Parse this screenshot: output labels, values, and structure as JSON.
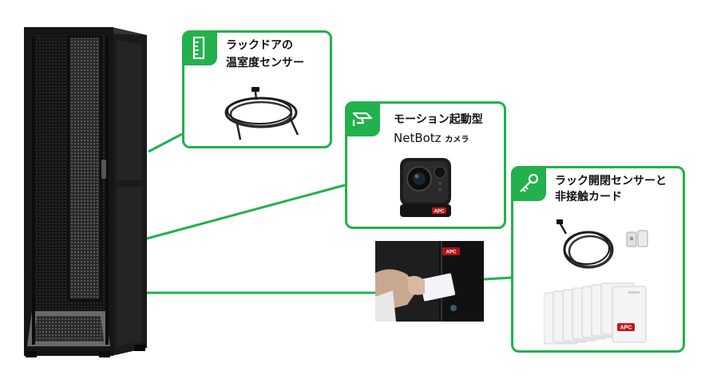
{
  "callouts": [
    {
      "icon": "thermometer-ruler-icon",
      "line1": "ラックドアの",
      "line2": "温室度センサー"
    },
    {
      "icon": "security-camera-icon",
      "line1": "モーション起動型",
      "subtitle_main": "NetBotz",
      "subtitle_small": "カメラ"
    },
    {
      "icon": "key-icon",
      "line1": "ラック開閉センサーと",
      "line2": "非接触カード"
    }
  ],
  "brand_labels": {
    "camera": "APC",
    "card": "APC",
    "door_panel": "APC"
  },
  "colors": {
    "accent": "#22b14c",
    "rack": "#1a1a1a",
    "text": "#111111"
  }
}
